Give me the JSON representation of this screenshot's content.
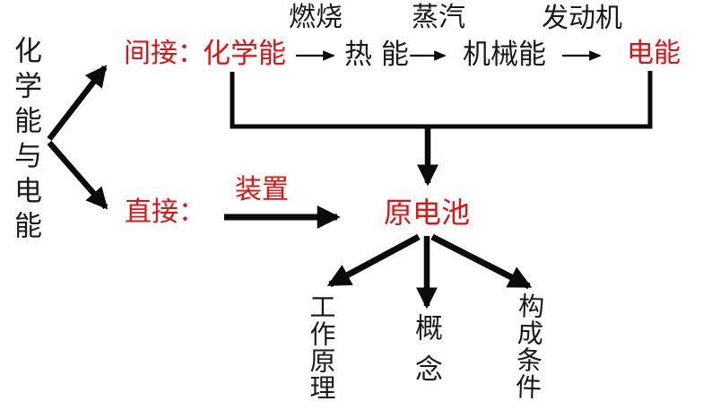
{
  "colors": {
    "accent_red": "#e01212",
    "text_black": "#1a1a1a",
    "line_black": "#0b0b0b",
    "background": "#ffffff"
  },
  "title": "化学能与电能",
  "indirect": {
    "prefix": "间接：",
    "nodes": {
      "chemical": "化学能",
      "heat": "热 能",
      "mechanical": "机械能",
      "electric": "电能"
    },
    "steps": {
      "combustion": "燃烧",
      "steam": "蒸汽",
      "engine": "发动机"
    }
  },
  "direct": {
    "prefix": "直接：",
    "via": "装置"
  },
  "cell": {
    "label": "原电池",
    "children": {
      "principle": "工作原理",
      "concept": "概念",
      "conditions": "构成条件"
    }
  }
}
